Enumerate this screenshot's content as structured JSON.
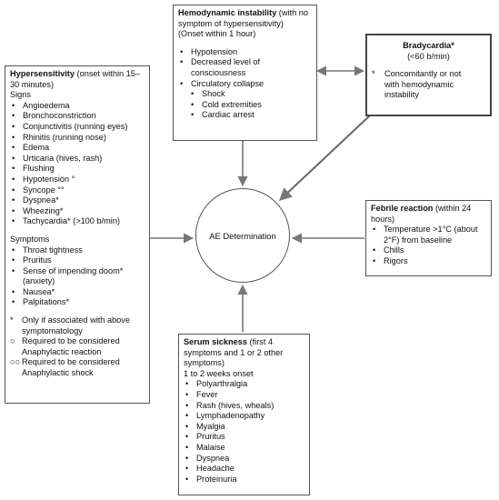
{
  "center": {
    "label": "AE Determination"
  },
  "hypersensitivity": {
    "title": "Hypersensitivity",
    "title_suffix": " (onset within 15–",
    "title_line2": "30 minutes)",
    "signs_heading": "Signs",
    "signs": [
      "Angioedema",
      "Bronchoconstriction",
      "Conjunctivitis (running eyes)",
      "Rhinitis (running nose)",
      "Edema",
      "Urticaria (hives, rash)",
      "Flushing",
      "Hypotension °",
      "Syncope °°",
      "Dyspnea*",
      "Wheezing*",
      "Tachycardia* (>100 b/min)"
    ],
    "symptoms_heading": "Symptoms",
    "symptoms": [
      "Throat tightness",
      "Pruritus",
      "Sense of impending doom*",
      "(anxiety)",
      "Nausea*",
      "Palpitations*"
    ],
    "notes": [
      {
        "symbol": "*",
        "text": "Only if associated with above symptomatology"
      },
      {
        "symbol": "○",
        "text": "Required to be considered Anaphylactic reaction"
      },
      {
        "symbol": "○○",
        "text": "Required to be considered Anaphylactic shock"
      }
    ]
  },
  "hemodynamic": {
    "title": "Hemodynamic instability",
    "title_suffix": " (with no",
    "title_line2": "symptom of hypersensitivity)",
    "onset": "(Onset within 1 hour)",
    "items": [
      "Hypotension",
      "Decreased level of",
      "consciousness",
      "Circulatory collapse"
    ],
    "subitems": [
      "Shock",
      "Cold extremities",
      "Cardiac arrest"
    ]
  },
  "bradycardia": {
    "title": "Bradycardia*",
    "criterion": "(<60 b/min)",
    "note_symbol": "*",
    "note_lines": [
      "Concomitantly or not",
      "with hemodynamic",
      "instability"
    ]
  },
  "febrile": {
    "title": "Febrile reaction",
    "title_suffix": " (within 24",
    "title_line2": "hours)",
    "items": [
      "Temperature >1°C (about",
      "2°F) from baseline",
      "Chills",
      "Rigors"
    ]
  },
  "serum": {
    "title": "Serum sickness",
    "title_suffix": " (first 4",
    "title_line2": "symptoms and 1 or 2 other",
    "title_line3": "symptoms)",
    "onset": "1 to 2 weeks onset",
    "items": [
      "Polyarthralgia",
      "Fever",
      "Rash (hives, wheals)",
      "Lymphadenopathy",
      "Myalgia",
      "Pruritus",
      "Malaise",
      "Dyspnea",
      "Headache",
      "Proteinuria"
    ]
  }
}
